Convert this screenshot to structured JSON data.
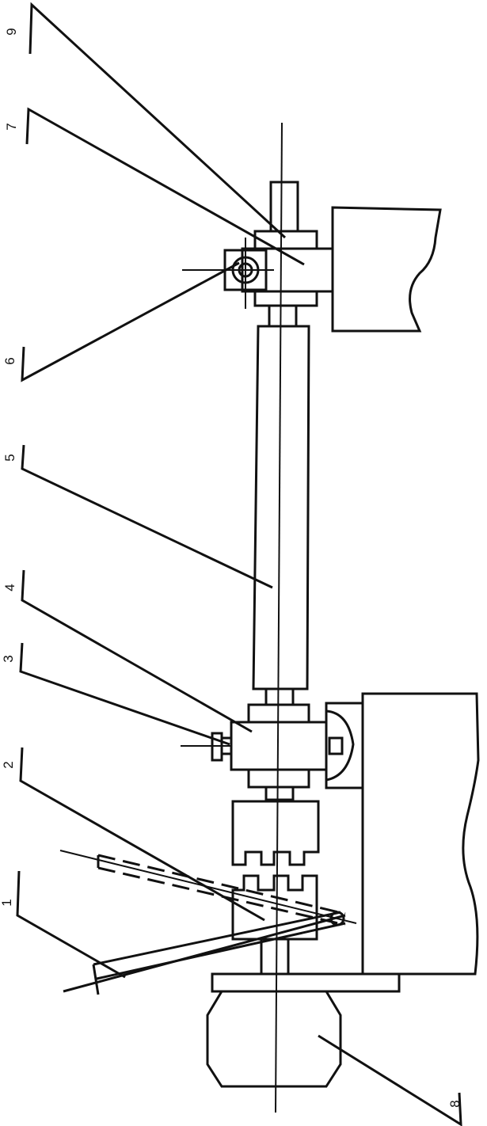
{
  "labels": {
    "l1": "1",
    "l2": "2",
    "l3": "3",
    "l4": "4",
    "l5": "5",
    "l6": "6",
    "l7": "7",
    "l8": "8",
    "l9": "9"
  },
  "colors": {
    "stroke": "#111111",
    "background": "#ffffff"
  }
}
